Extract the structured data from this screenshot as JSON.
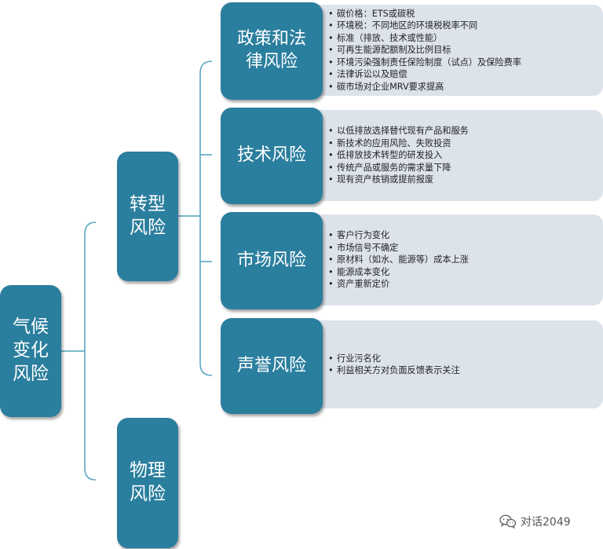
{
  "root": {
    "label": "气候\n变化\n风险"
  },
  "branches": [
    {
      "id": "transition",
      "label": "转型\n风险"
    },
    {
      "id": "physical",
      "label": "物理\n风险"
    }
  ],
  "categories": [
    {
      "label": "政策和法\n律风险",
      "items": [
        "碳价格：ETS或碳税",
        "环境税：不同地区的环境税税率不同",
        "标准（排放、技术或性能）",
        "可再生能源配额制及比例目标",
        "环境污染强制责任保险制度（试点）及保险费率",
        "法律诉讼以及赔偿",
        "碳市场对企业MRV要求提高"
      ]
    },
    {
      "label": "技术风险",
      "items": [
        "以低排放选择替代现有产品和服务",
        "新技术的应用风险、失败投资",
        "低排放技术转型的研发投入",
        "传统产品或服务的需求量下降",
        "现有资产核销或提前报废"
      ]
    },
    {
      "label": "市场风险",
      "items": [
        "客户行为变化",
        "市场信号不确定",
        "原材料（如水、能源等）成本上涨",
        "能源成本变化",
        "资产重新定价"
      ]
    },
    {
      "label": "声誉风险",
      "items": [
        "行业污名化",
        "利益相关方对负面反馈表示关注"
      ]
    }
  ],
  "watermark": {
    "text": "对话2049",
    "icon": "wechat-icon"
  },
  "colors": {
    "node": "#2a7e9e",
    "panel": "#dde3eb",
    "connector": "#5aa9c2"
  }
}
